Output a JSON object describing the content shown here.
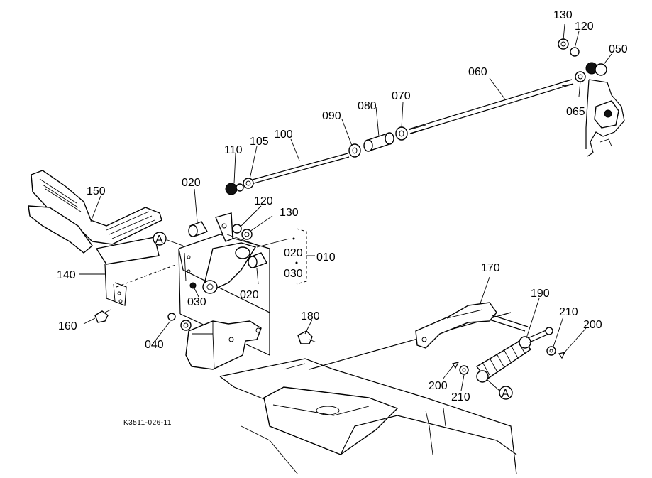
{
  "diagram": {
    "labels": {
      "l130_top": "130",
      "l120_top": "120",
      "l050": "050",
      "l060": "060",
      "l065": "065",
      "l070": "070",
      "l080": "080",
      "l090": "090",
      "l100": "100",
      "l105": "105",
      "l110": "110",
      "l150": "150",
      "l020_a": "020",
      "l120_mid": "120",
      "l130_mid": "130",
      "l020_b": "020",
      "l010": "010",
      "l030_b": "030",
      "l020_c": "020",
      "l030_a": "030",
      "l140": "140",
      "l160": "160",
      "l040": "040",
      "l180": "180",
      "l170": "170",
      "l190": "190",
      "l210_r": "210",
      "l200_r": "200",
      "l200_l": "200",
      "l210_l": "210",
      "callout_a1": "A",
      "callout_a2": "A",
      "code": "K3511-026-11"
    }
  }
}
